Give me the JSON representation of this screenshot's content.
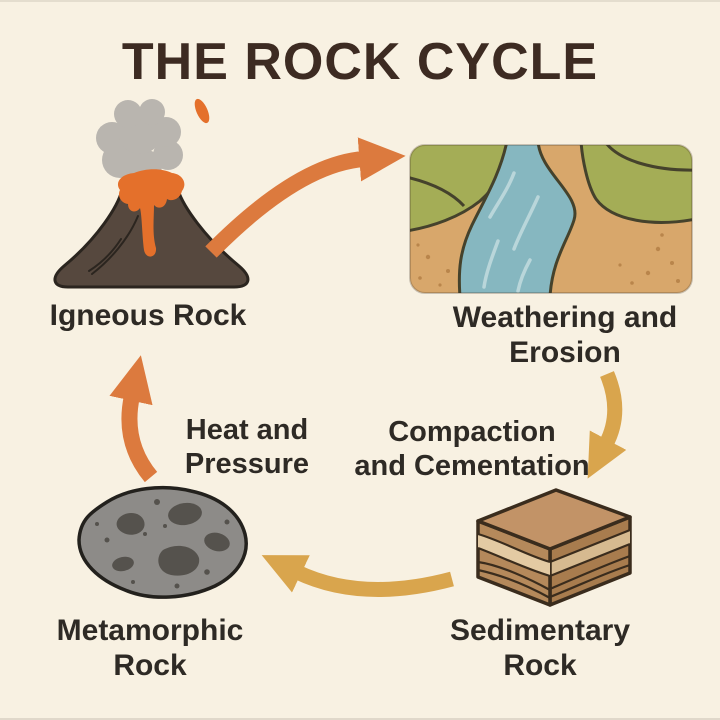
{
  "title": "THE ROCK CYCLE",
  "colors": {
    "background": "#f8f1e2",
    "title_text": "#3d2b22",
    "label_text": "#2e2a25",
    "arrow_orange": "#dc7a3e",
    "arrow_gold": "#d9a54d"
  },
  "stages": {
    "igneous": {
      "label": "Igneous Rock"
    },
    "weathering": {
      "line1": "Weathering and",
      "line2": "Erosion"
    },
    "sedimentary": {
      "line1": "Sedimentary",
      "line2": "Rock"
    },
    "metamorphic": {
      "line1": "Metamorphic",
      "line2": "Rock"
    }
  },
  "processes": {
    "heat_pressure": {
      "line1": "Heat and",
      "line2": "Pressure"
    },
    "compaction_cementation": {
      "line1": "Compaction",
      "line2": "and Cementation"
    }
  }
}
